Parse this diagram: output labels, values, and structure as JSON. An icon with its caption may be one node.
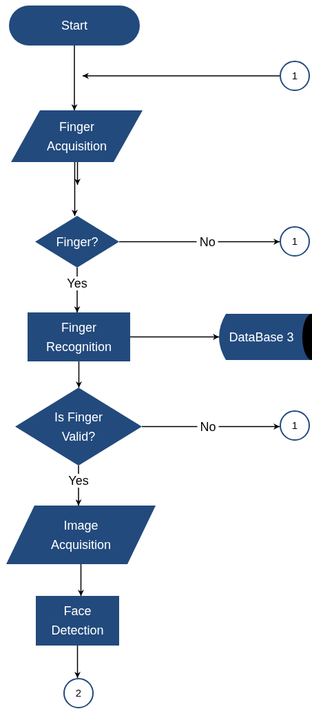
{
  "diagram": {
    "nodes": [
      {
        "text": [
          "Start"
        ]
      },
      {
        "text": [
          "1"
        ]
      },
      {
        "text": [
          "Finger Acquisition"
        ]
      },
      {
        "text": [
          "Finger?"
        ]
      },
      {
        "text": [
          "1"
        ]
      },
      {
        "text": [
          "Finger Recognition"
        ]
      },
      {
        "text": [
          "DataBase 3"
        ]
      },
      {
        "text": [
          "Is Finger Valid?"
        ]
      },
      {
        "text": [
          "1"
        ]
      },
      {
        "text": [
          "Image Acquisition"
        ]
      },
      {
        "text": [
          "Face Detection"
        ]
      },
      {
        "text": [
          "2"
        ]
      }
    ],
    "edges": [
      {
        "from": 0,
        "to": 2,
        "arrow": "to"
      },
      {
        "from": 1,
        "to": null,
        "arrow": "to"
      },
      {
        "from": 2,
        "to": null,
        "arrow": "to"
      },
      {
        "from": 2,
        "to": 3,
        "arrow": "to"
      },
      {
        "from": 3,
        "to": 4,
        "arrow": "to",
        "label": "No"
      },
      {
        "from": 3,
        "to": 5,
        "arrow": "to",
        "label": "Yes"
      },
      {
        "from": 5,
        "to": 6,
        "arrow": "to"
      },
      {
        "from": 5,
        "to": 7,
        "arrow": "to"
      },
      {
        "from": 7,
        "to": 8,
        "arrow": "to",
        "label": "No"
      },
      {
        "from": 7,
        "to": 9,
        "arrow": "to",
        "label": "Yes"
      },
      {
        "from": 9,
        "to": 10,
        "arrow": "to"
      },
      {
        "from": 10,
        "to": 11,
        "arrow": "to"
      }
    ]
  }
}
